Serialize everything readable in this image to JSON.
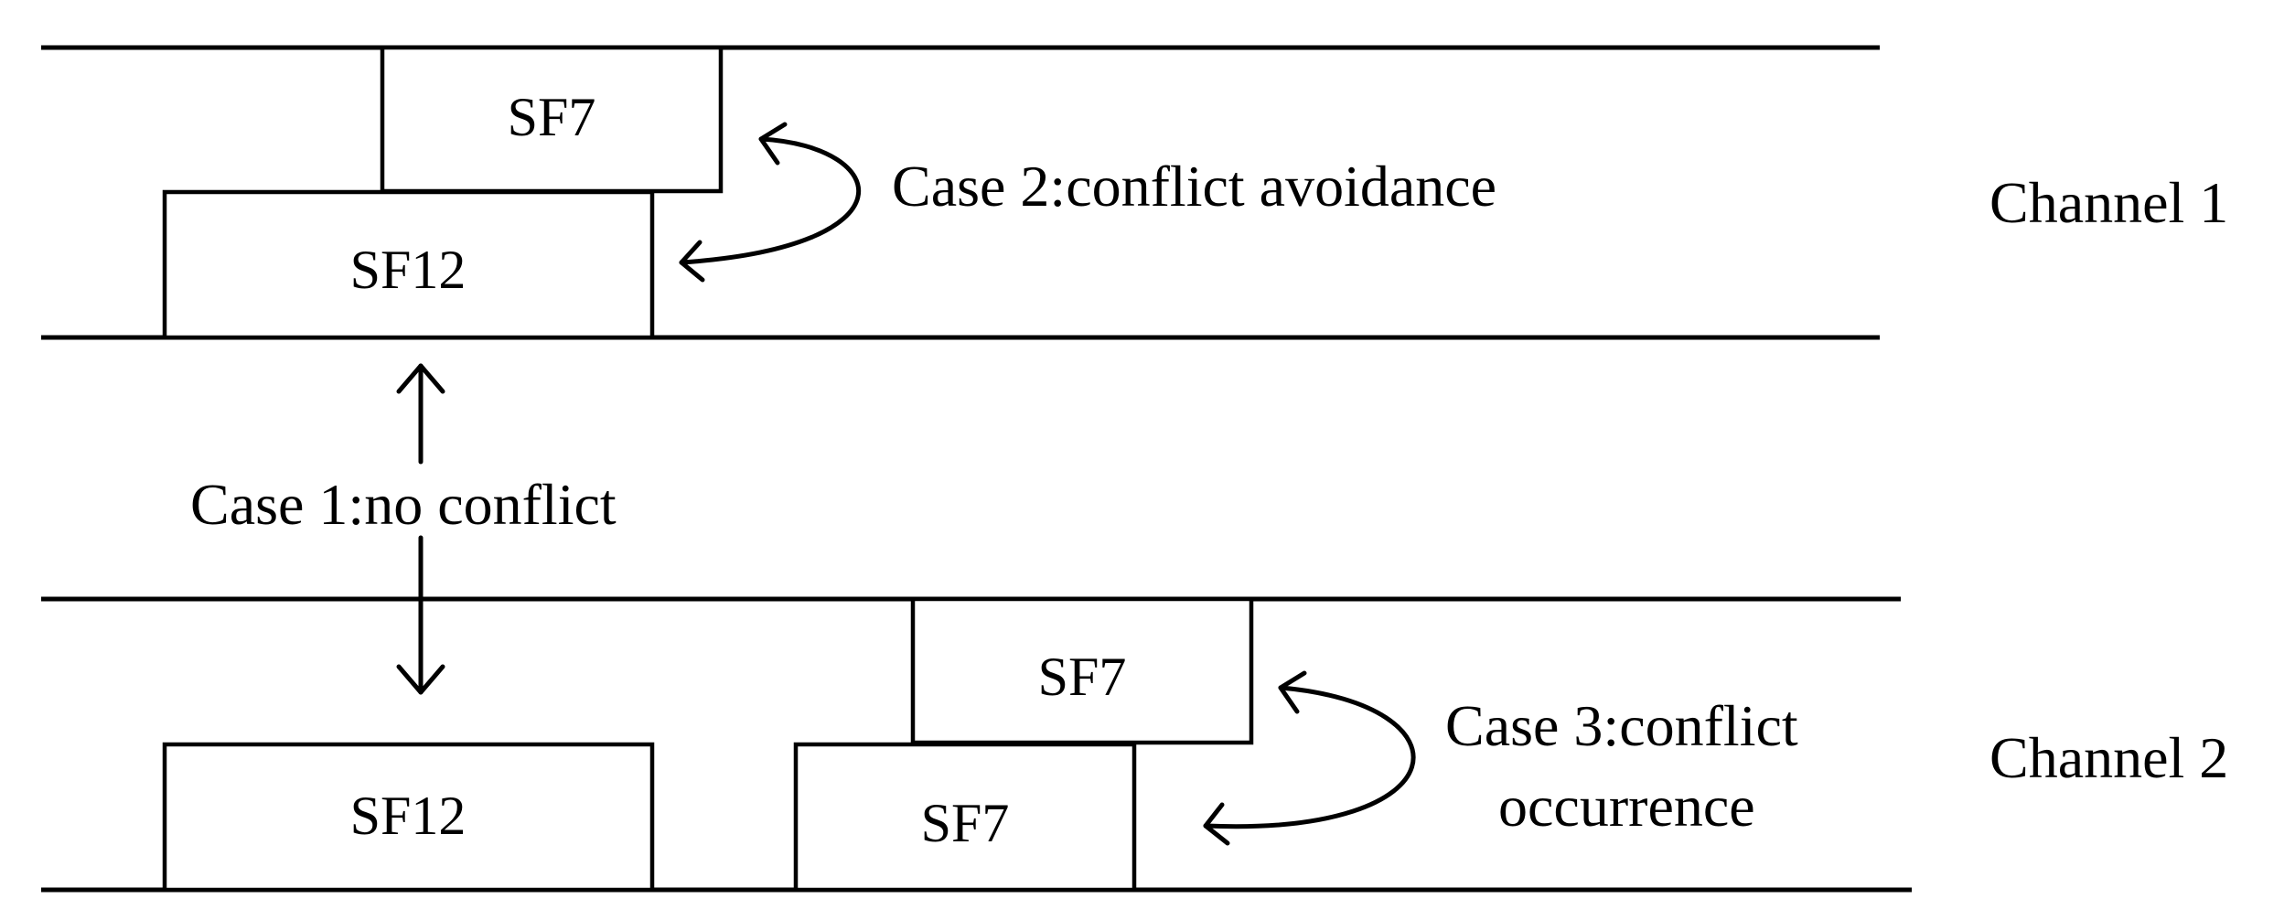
{
  "channels": [
    {
      "label": "Channel 1"
    },
    {
      "label": "Channel 2"
    }
  ],
  "packets": {
    "ch1_sf7": "SF7",
    "ch1_sf12": "SF12",
    "ch2_sf12": "SF12",
    "ch2_sf7_top": "SF7",
    "ch2_sf7_bottom": "SF7"
  },
  "cases": {
    "case1": "Case 1:no conflict",
    "case2": "Case 2:conflict avoidance",
    "case3_line1": "Case 3:conflict",
    "case3_line2": "occurrence"
  }
}
